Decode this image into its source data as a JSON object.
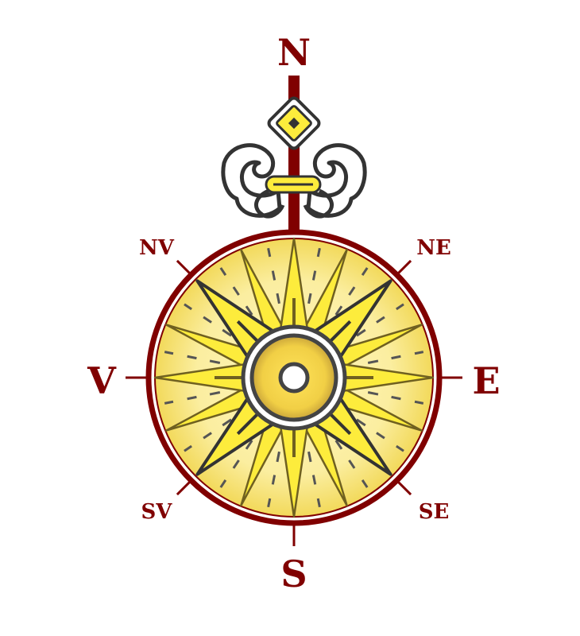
{
  "compass": {
    "labels": {
      "north": "N",
      "south": "S",
      "east": "E",
      "west": "V",
      "northeast": "NE",
      "northwest": "NV",
      "southeast": "SE",
      "southwest": "SV"
    },
    "colors": {
      "ring": "#800000",
      "star_fill": "#fdec3c",
      "disc_fill": "#f6e27a",
      "outline_dark": "#333333",
      "outline_olive": "#6f6020",
      "hub_gold": "#e9c84a"
    }
  }
}
